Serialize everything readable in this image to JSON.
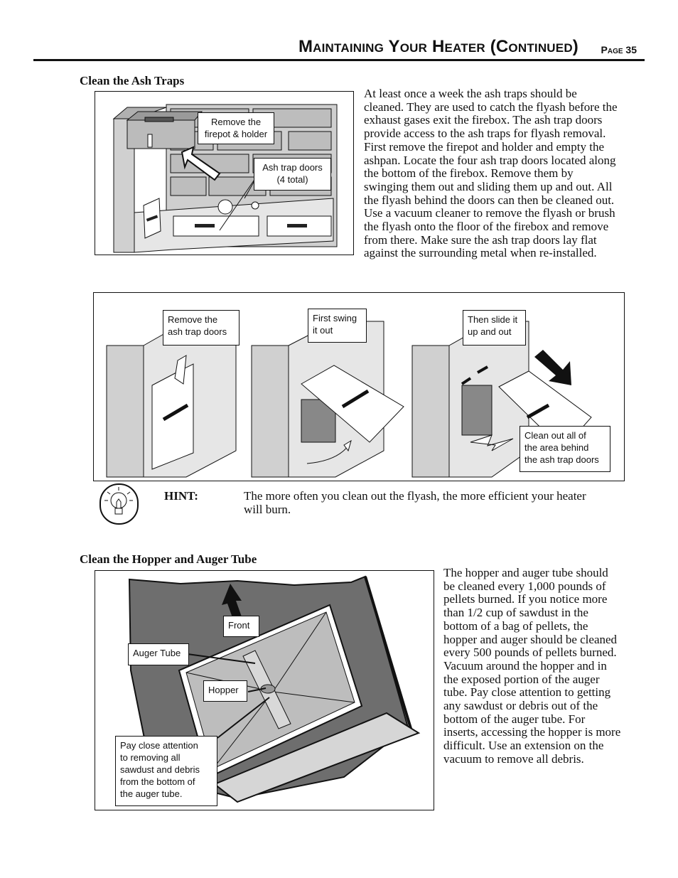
{
  "header": {
    "title": "Maintaining Your Heater (Continued)",
    "page": "Page 35"
  },
  "ash_traps": {
    "heading": "Clean the Ash Traps",
    "paragraph": "At least once a week the ash traps should be cleaned.  They are used to catch the flyash before the exhaust gases exit the firebox.  The ash trap doors provide access to the ash traps for flyash removal.  First remove the firepot and holder and empty the ashpan.  Locate the four ash trap doors located along the bottom of the firebox.  Remove them by swinging them out and sliding them up and out.  All the flyash behind the doors can then be cleaned out.  Use a vacuum cleaner to remove the flyash or brush the flyash onto the floor of the firebox and remove from there.  Make sure the ash trap doors lay flat against the surrounding metal when re-installed.",
    "callouts": {
      "firepot_line1": "Remove the",
      "firepot_line2": "firepot & holder",
      "doors_line1": "Ash trap doors",
      "doors_line2": "(4 total)"
    }
  },
  "steps": {
    "remove_line1": "Remove the",
    "remove_line2": "ash trap doors",
    "swing_line1": "First swing",
    "swing_line2": "it out",
    "slide_line1": "Then slide it",
    "slide_line2": "up and out",
    "clean_line1": "Clean out all of",
    "clean_line2": "the area behind",
    "clean_line3": "the ash trap doors"
  },
  "hint": {
    "label": "HINT:",
    "icon": "lightbulb-icon",
    "text": "The more often you clean out the flyash, the more efficient your heater will burn."
  },
  "hopper": {
    "heading": "Clean the Hopper and Auger Tube",
    "paragraph": "The hopper and auger tube should be cleaned every 1,000 pounds of pellets burned.  If you notice more than 1/2 cup of sawdust in the bottom of a bag of pellets, the hopper and auger should be cleaned every 500 pounds of pellets burned.  Vacuum around the hopper and in the exposed portion of the auger tube.  Pay close attention to getting any sawdust or debris out of the bottom of the auger tube.  For inserts, accessing the hopper is more difficult.  Use an extension on the vacuum to remove all debris.",
    "callouts": {
      "front": "Front",
      "auger_tube": "Auger Tube",
      "hopper": "Hopper",
      "attention_line1": "Pay close attention",
      "attention_line2": "to removing all",
      "attention_line3": "sawdust and debris",
      "attention_line4": "from the bottom of",
      "attention_line5": "the auger tube."
    }
  }
}
